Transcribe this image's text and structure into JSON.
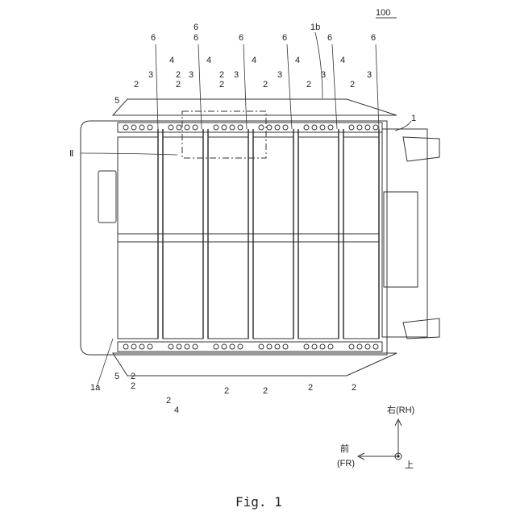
{
  "figure": {
    "ref_number": "100",
    "caption": "Fig. 1",
    "colors": {
      "line": "#333333",
      "background": "#ffffff"
    }
  },
  "top_labels": [
    "6",
    "6",
    "6",
    "6",
    "6",
    "6",
    "6",
    "1b",
    "4",
    "4",
    "4",
    "4",
    "4",
    "3",
    "3",
    "3",
    "3",
    "3",
    "3",
    "2",
    "2",
    "2",
    "2",
    "2",
    "2",
    "2",
    "2",
    "5",
    "1",
    "Ⅱ"
  ],
  "bottom_labels": [
    "1a",
    "5",
    "2",
    "2",
    "2",
    "2",
    "2",
    "2",
    "2",
    "4"
  ],
  "compass": {
    "right_label": "右(RH)",
    "front_label": "前",
    "front_sub": "(FR)",
    "up_label": "上"
  }
}
